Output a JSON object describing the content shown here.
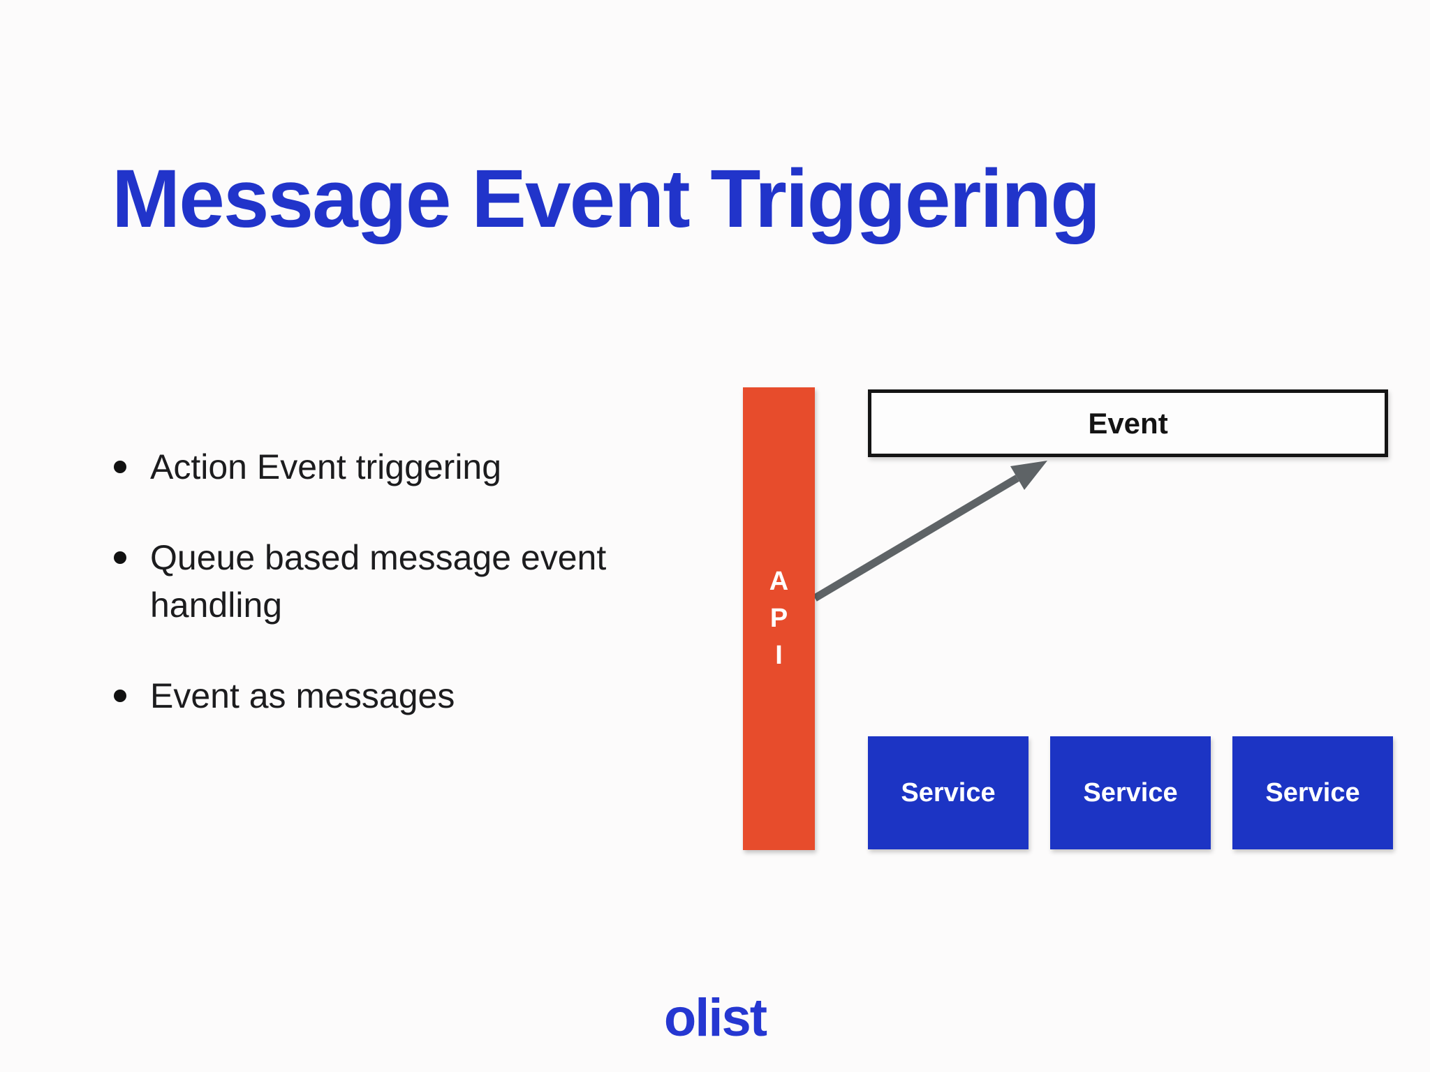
{
  "slide": {
    "title": "Message Event Triggering",
    "bullets": [
      "Action Event triggering",
      "Queue based message event\nhandling",
      "Event as messages"
    ],
    "footer_logo": "olist"
  },
  "diagram": {
    "api_label": "A\nP\nI",
    "event_label": "Event",
    "service_labels": [
      "Service",
      "Service",
      "Service"
    ],
    "arrow": {
      "from": "api-bar",
      "to": "event-box",
      "direction": "up-right"
    }
  },
  "colors": {
    "background": "#FCFBFB",
    "title_blue": "#2134CA",
    "body_text": "#1C1C1E",
    "api_bar_orange": "#E74C2C",
    "service_box_blue": "#1C34C4",
    "arrow_gray": "#5E6366",
    "event_border_black": "#141414",
    "logo_blue": "#2537D1"
  }
}
